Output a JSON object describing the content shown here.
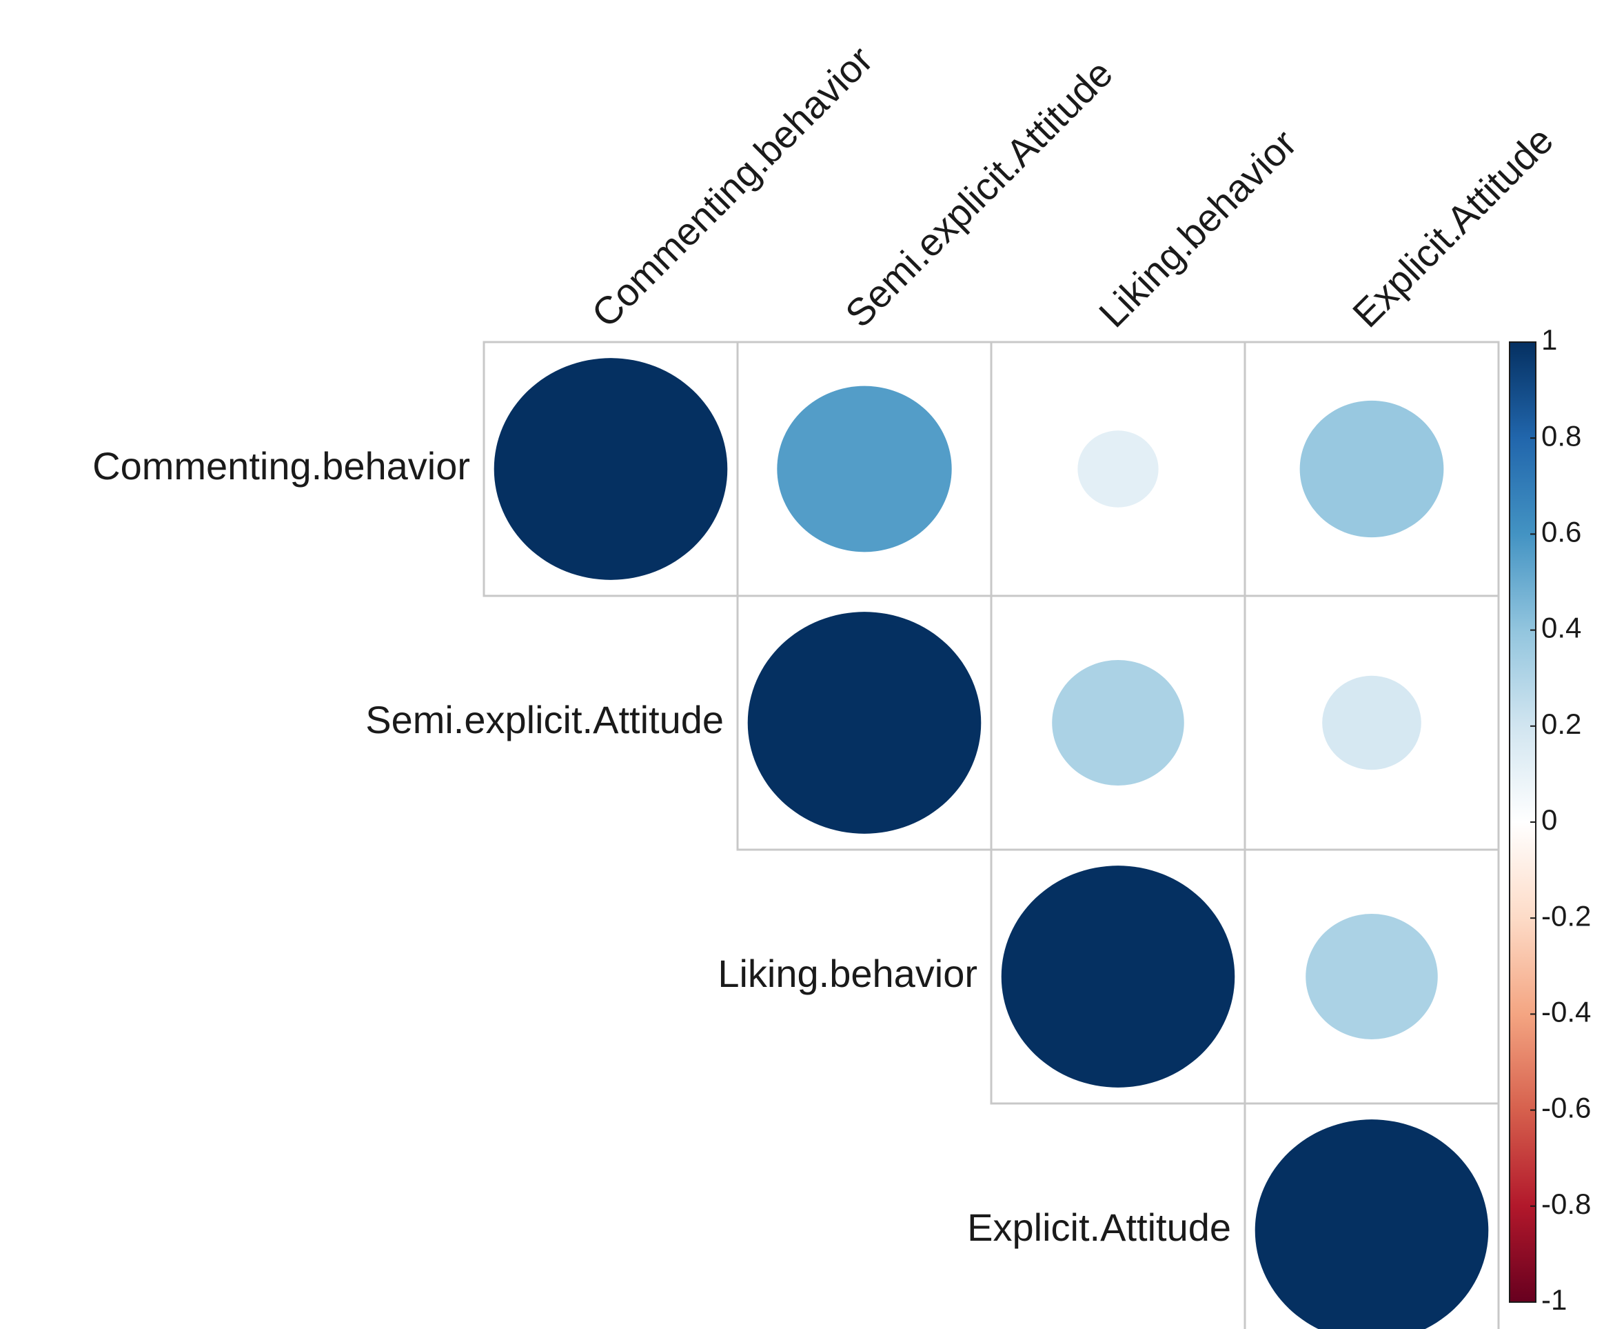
{
  "chart_data": {
    "type": "heatmap",
    "variables": [
      "Commenting.behavior",
      "Semi.explicit.Attitude",
      "Liking.behavior",
      "Explicit.Attitude"
    ],
    "row_labels": [
      "Commenting.behavior",
      "Semi.explicit.Attitude",
      "Liking.behavior",
      "Explicit.Attitude"
    ],
    "col_labels": [
      "Commenting.behavior",
      "Semi.explicit.Attitude",
      "Liking.behavior",
      "Explicit.Attitude"
    ],
    "matrix_shape": "upper-triangle",
    "cells": [
      {
        "row": 0,
        "col": 0,
        "value": 1.0
      },
      {
        "row": 0,
        "col": 1,
        "value": 0.56
      },
      {
        "row": 0,
        "col": 2,
        "value": 0.12
      },
      {
        "row": 0,
        "col": 3,
        "value": 0.38
      },
      {
        "row": 1,
        "col": 1,
        "value": 1.0
      },
      {
        "row": 1,
        "col": 2,
        "value": 0.32
      },
      {
        "row": 1,
        "col": 3,
        "value": 0.18
      },
      {
        "row": 2,
        "col": 2,
        "value": 1.0
      },
      {
        "row": 2,
        "col": 3,
        "value": 0.32
      },
      {
        "row": 3,
        "col": 3,
        "value": 1.0
      }
    ],
    "color_scale": {
      "min": -1,
      "max": 1,
      "ticks": [
        "1",
        "0.8",
        "0.6",
        "0.4",
        "0.2",
        "0",
        "-0.2",
        "-0.4",
        "-0.6",
        "-0.8",
        "-1"
      ],
      "colors": [
        "#67001F",
        "#B2182B",
        "#D6604D",
        "#F4A582",
        "#FDDBC7",
        "#FFFFFF",
        "#D1E5F0",
        "#92C5DE",
        "#4393C3",
        "#2166AC",
        "#053061"
      ]
    },
    "title": "",
    "xlabel": "",
    "ylabel": ""
  }
}
